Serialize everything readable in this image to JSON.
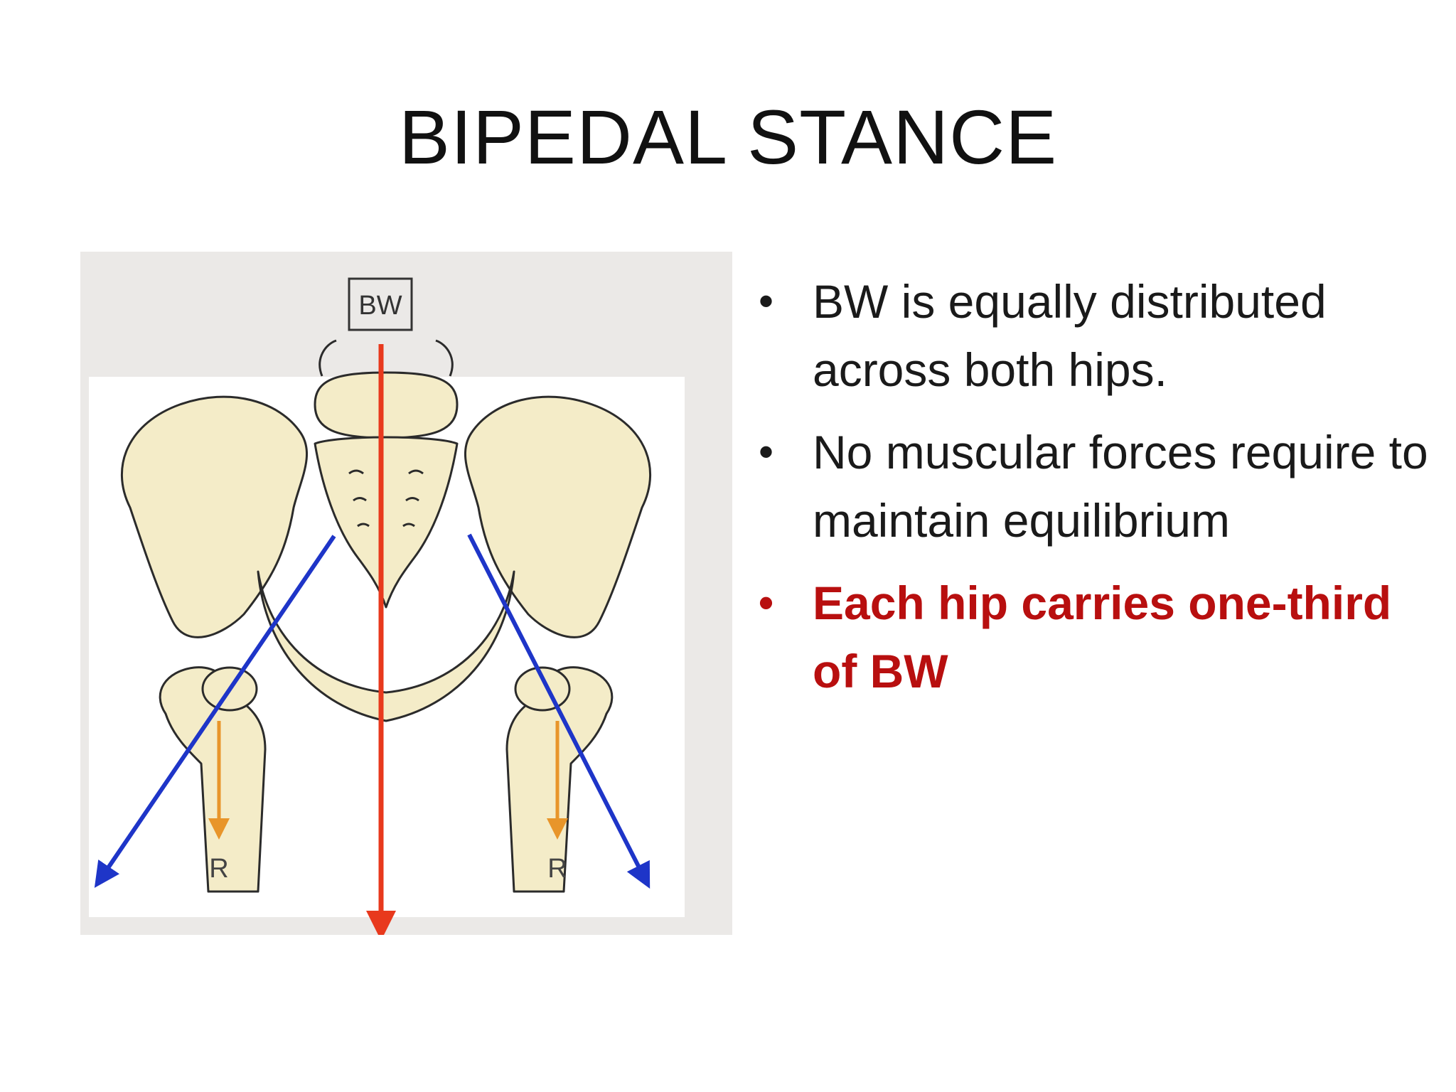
{
  "slide": {
    "title": "BIPEDAL STANCE",
    "figure": {
      "labels": {
        "body_weight": "BW",
        "reaction_left": "R",
        "reaction_right": "R"
      },
      "colors": {
        "body_weight_arrow": "#e8391d",
        "abductor_arrows": "#1e35c8",
        "reaction_arrows": "#e8952a",
        "bone_fill": "#f4ecc8",
        "bone_outline": "#2b2b2b",
        "frame_background": "#ebe9e7"
      },
      "icons": [
        "pelvis-illustration",
        "body-weight-arrow",
        "blue-force-arrow",
        "reaction-force-arrow"
      ]
    },
    "bullets": [
      {
        "marker": "•",
        "text": " BW is equally distributed across both hips.",
        "emphasis": false
      },
      {
        "marker": "•",
        "text": "No muscular forces require to maintain equilibrium",
        "emphasis": false
      },
      {
        "marker": "•",
        "text": "Each hip carries one-third of BW",
        "emphasis": true
      }
    ]
  }
}
